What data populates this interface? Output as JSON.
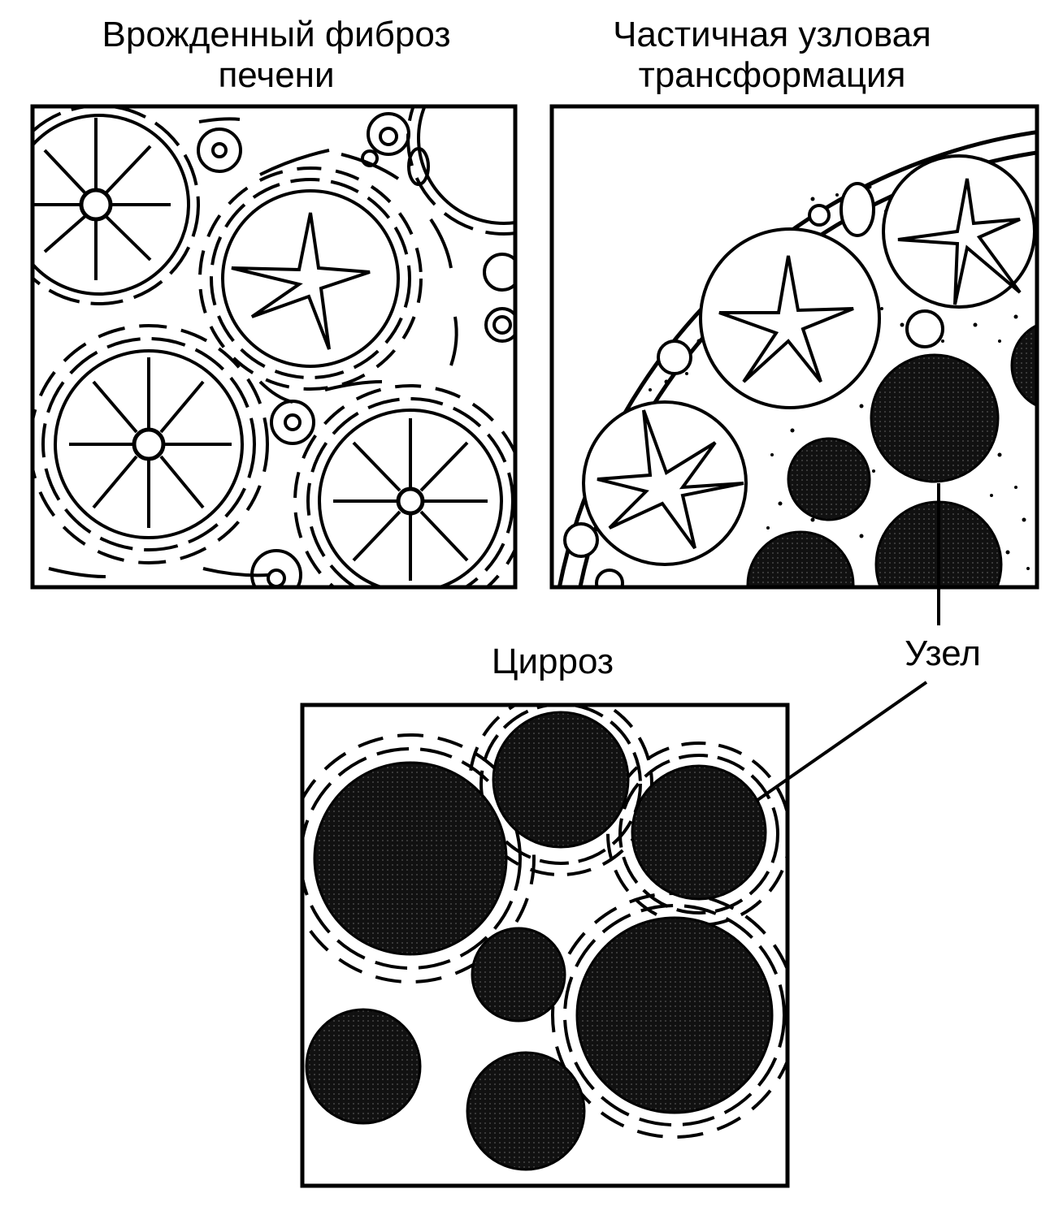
{
  "panels": {
    "left": {
      "title_line1": "Врожденный фиброз",
      "title_line2": "печени"
    },
    "right": {
      "title_line1": "Частичная узловая",
      "title_line2": "трансформация"
    },
    "bottom": {
      "title": "Цирроз"
    }
  },
  "annotation": {
    "node_label": "Узел"
  },
  "colors": {
    "ink": "#000000",
    "paper": "#ffffff",
    "nodule_fill": "#1a1a1a"
  }
}
